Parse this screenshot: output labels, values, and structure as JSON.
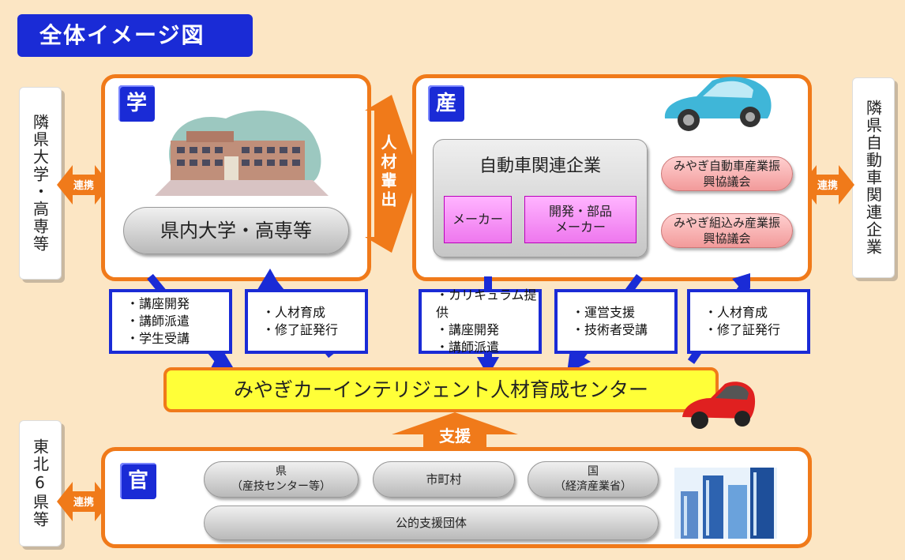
{
  "title": "全体イメージ図",
  "left_top_side": "隣県大学・高専等",
  "left_bottom_side": "東北6県等",
  "right_side": "隣県自動車関連企業",
  "renkei": "連携",
  "academia": {
    "badge": "学",
    "pill": "県内大学・高専等"
  },
  "industry": {
    "badge": "産",
    "group_title": "自動車関連企業",
    "maker": "メーカー",
    "parts_maker": "開発・部品メーカー",
    "council1": "みやぎ自動車産業振興協議会",
    "council2": "みやぎ組込み産業振興協議会"
  },
  "jinzai_hai": "人材輩出",
  "boxes": [
    [
      "・講座開発",
      "・講師派遣",
      "・学生受講"
    ],
    [
      "・人材育成",
      "・修了証発行"
    ],
    [
      "・カリキュラム提供",
      "・講座開発",
      "・講師派遣"
    ],
    [
      "・運営支援",
      "・技術者受講"
    ],
    [
      "・人材育成",
      "・修了証発行"
    ]
  ],
  "center_name": "みやぎカーインテリジェント人材育成センター",
  "support": "支援",
  "government": {
    "badge": "官",
    "pref": "県",
    "pref_sub": "（産技センター等）",
    "city": "市町村",
    "nation": "国",
    "nation_sub": "（経済産業省）",
    "public": "公的支援団体"
  },
  "colors": {
    "accent_orange": "#f07a1a",
    "badge_blue": "#1a2bd6",
    "center_yellow": "#ffff38"
  }
}
